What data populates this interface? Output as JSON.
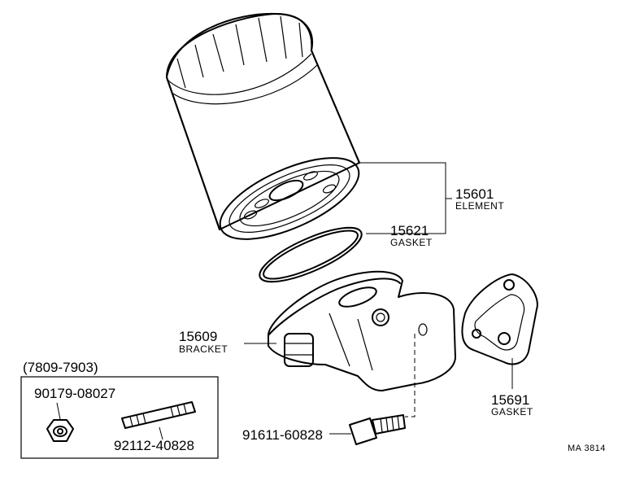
{
  "parts": {
    "element": {
      "number": "15601",
      "name": "ELEMENT"
    },
    "gasket_ring": {
      "number": "15621",
      "name": "GASKET"
    },
    "bracket": {
      "number": "15609",
      "name": "BRACKET"
    },
    "gasket_plate": {
      "number": "15691",
      "name": "GASKET"
    },
    "bolt": {
      "number": "91611-60828"
    }
  },
  "inset": {
    "date_range": "(7809-7903)",
    "nut": {
      "number": "90179-08027"
    },
    "stud": {
      "number": "92112-40828"
    }
  },
  "catalog_code": "MA  3814"
}
